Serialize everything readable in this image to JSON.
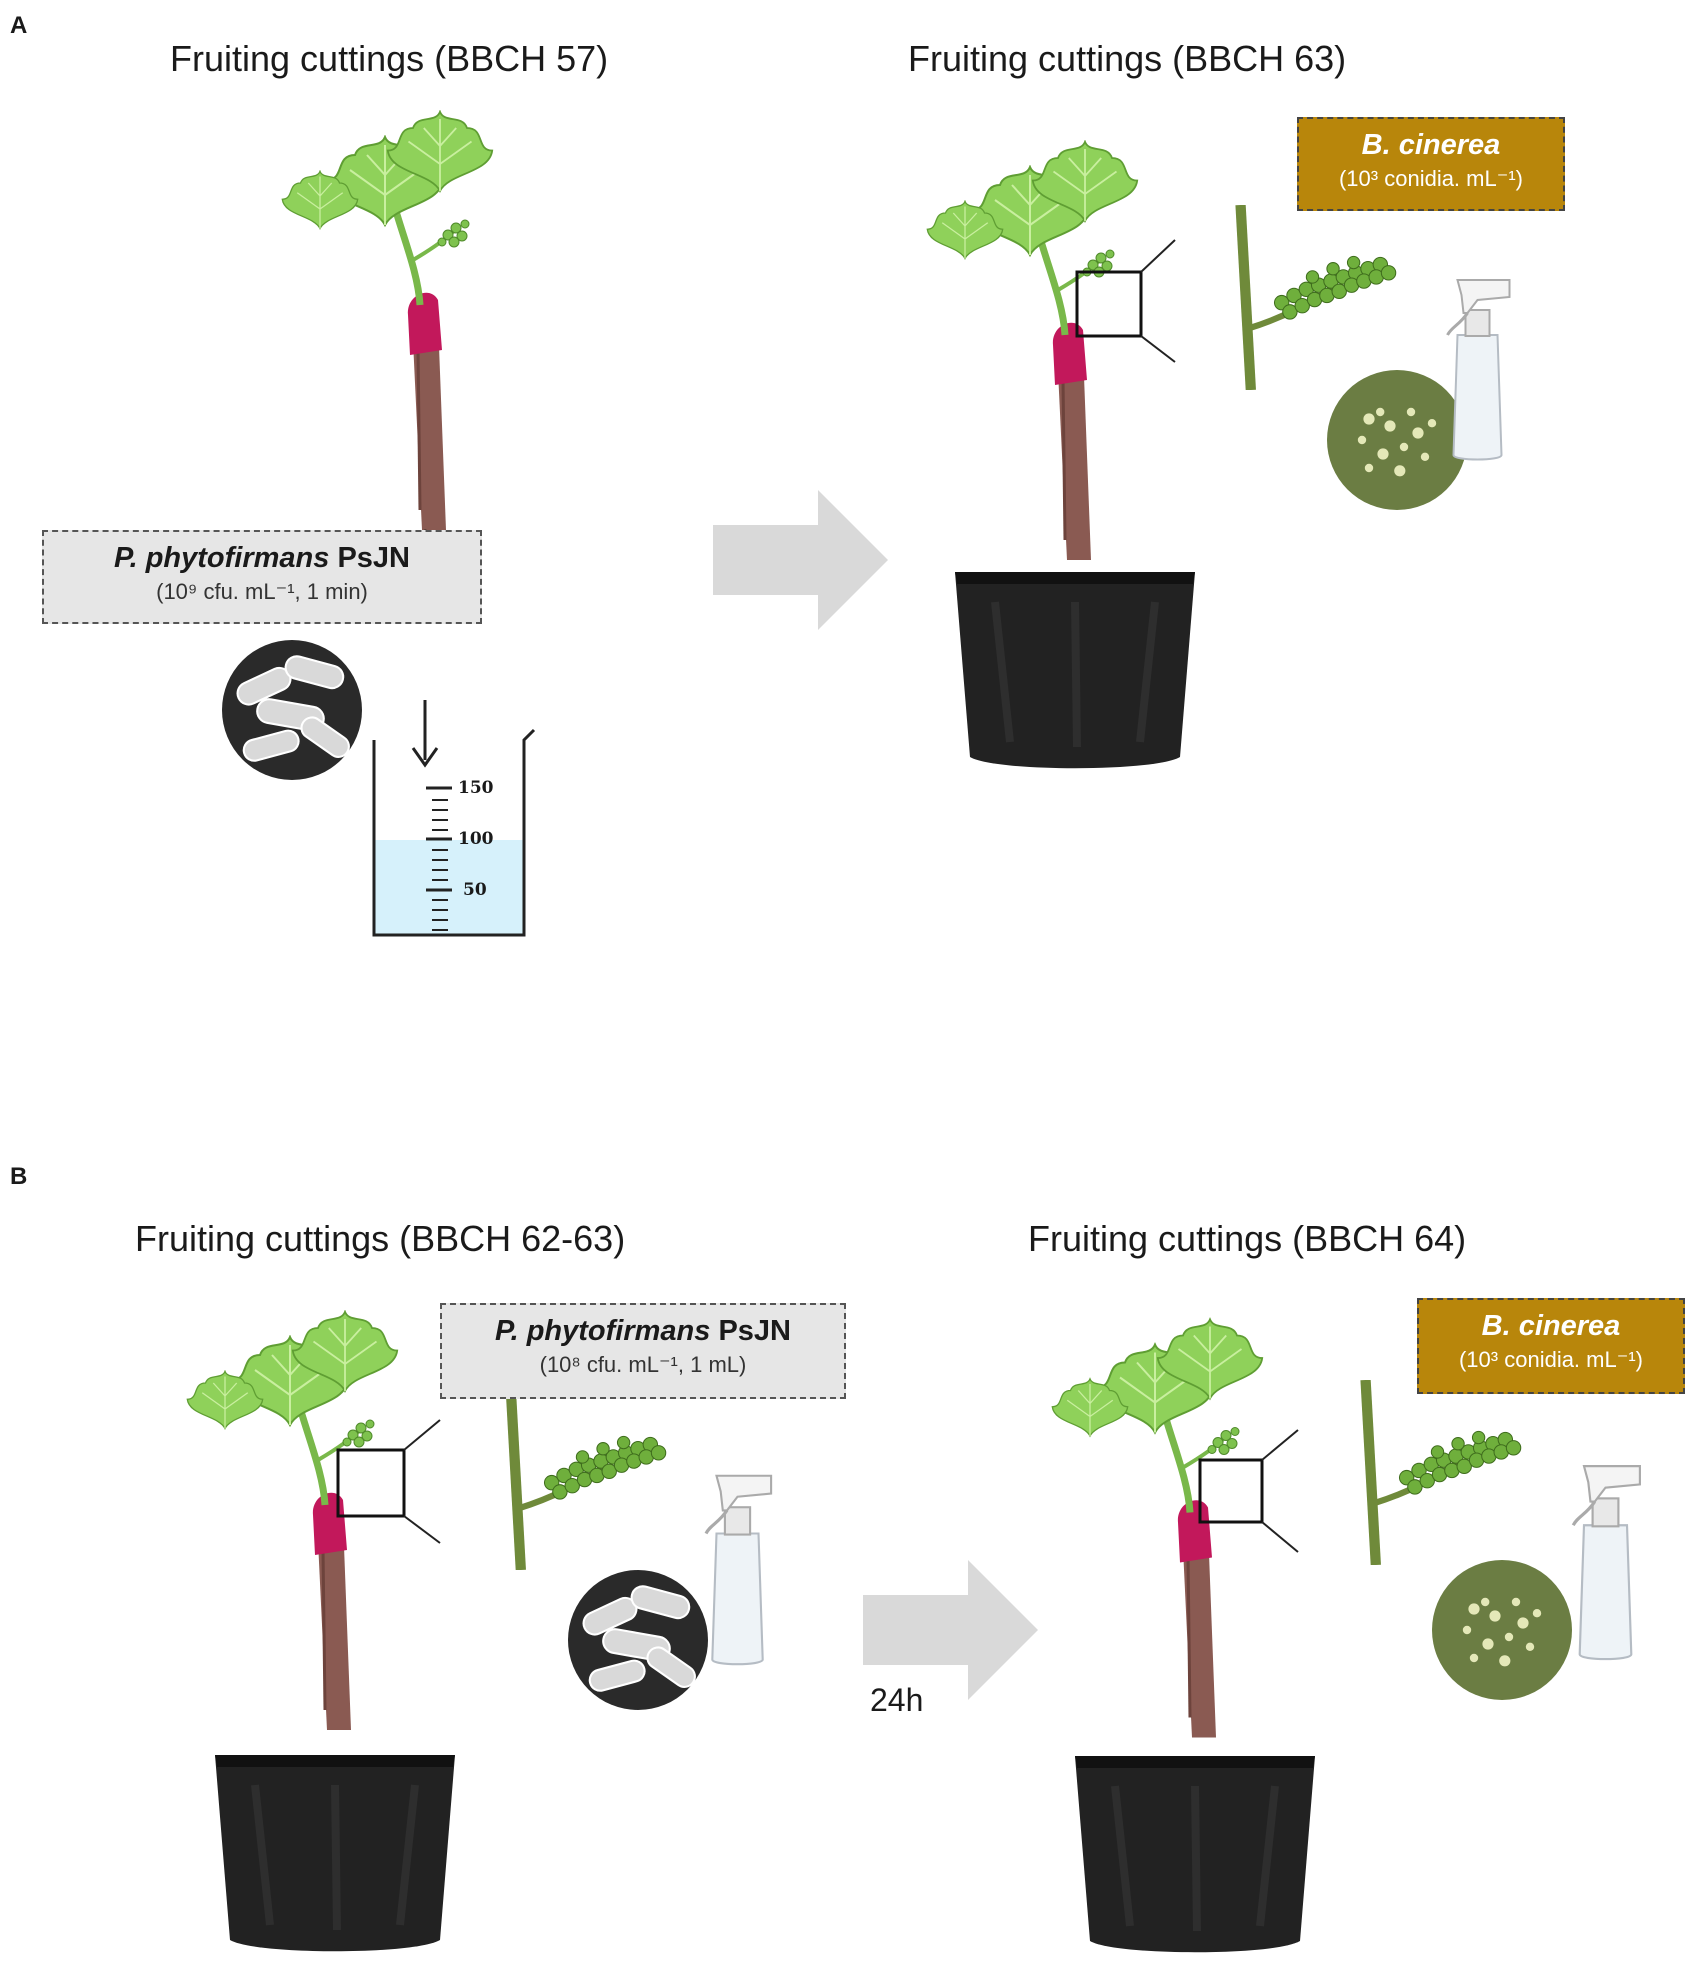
{
  "panels": [
    {
      "letter": "A",
      "left_title": "Fruiting cuttings (BBCH 57)",
      "right_title": "Fruiting cuttings (BBCH 63)",
      "bacteria_box": {
        "name_italic": "P. phytofirmans",
        "name_plain": " PsJN",
        "sub": "(10⁹ cfu. mL⁻¹, 1 min)"
      },
      "fungus_box": {
        "name": "B. cinerea",
        "sub": "(10³ conidia. mL⁻¹)"
      },
      "beaker_ticks": [
        "150",
        "100",
        "50"
      ]
    },
    {
      "letter": "B",
      "left_title": "Fruiting cuttings (BBCH 62-63)",
      "right_title": "Fruiting cuttings (BBCH 64)",
      "bacteria_box": {
        "name_italic": "P. phytofirmans",
        "name_plain": " PsJN",
        "sub": "(10⁸ cfu. mL⁻¹, 1 mL)"
      },
      "fungus_box": {
        "name": "B. cinerea",
        "sub": "(10³ conidia. mL⁻¹)"
      },
      "arrow_label": "24h"
    }
  ],
  "colors": {
    "arrow": "#d9d9d9",
    "leaf": "#8fd15a",
    "stem": "#8a5a52",
    "graft": "#c2185b",
    "pot": "#222222",
    "fungus_box": "#b8860b",
    "bacteria_box": "#e6e6e6",
    "water": "#d6f1fb"
  }
}
